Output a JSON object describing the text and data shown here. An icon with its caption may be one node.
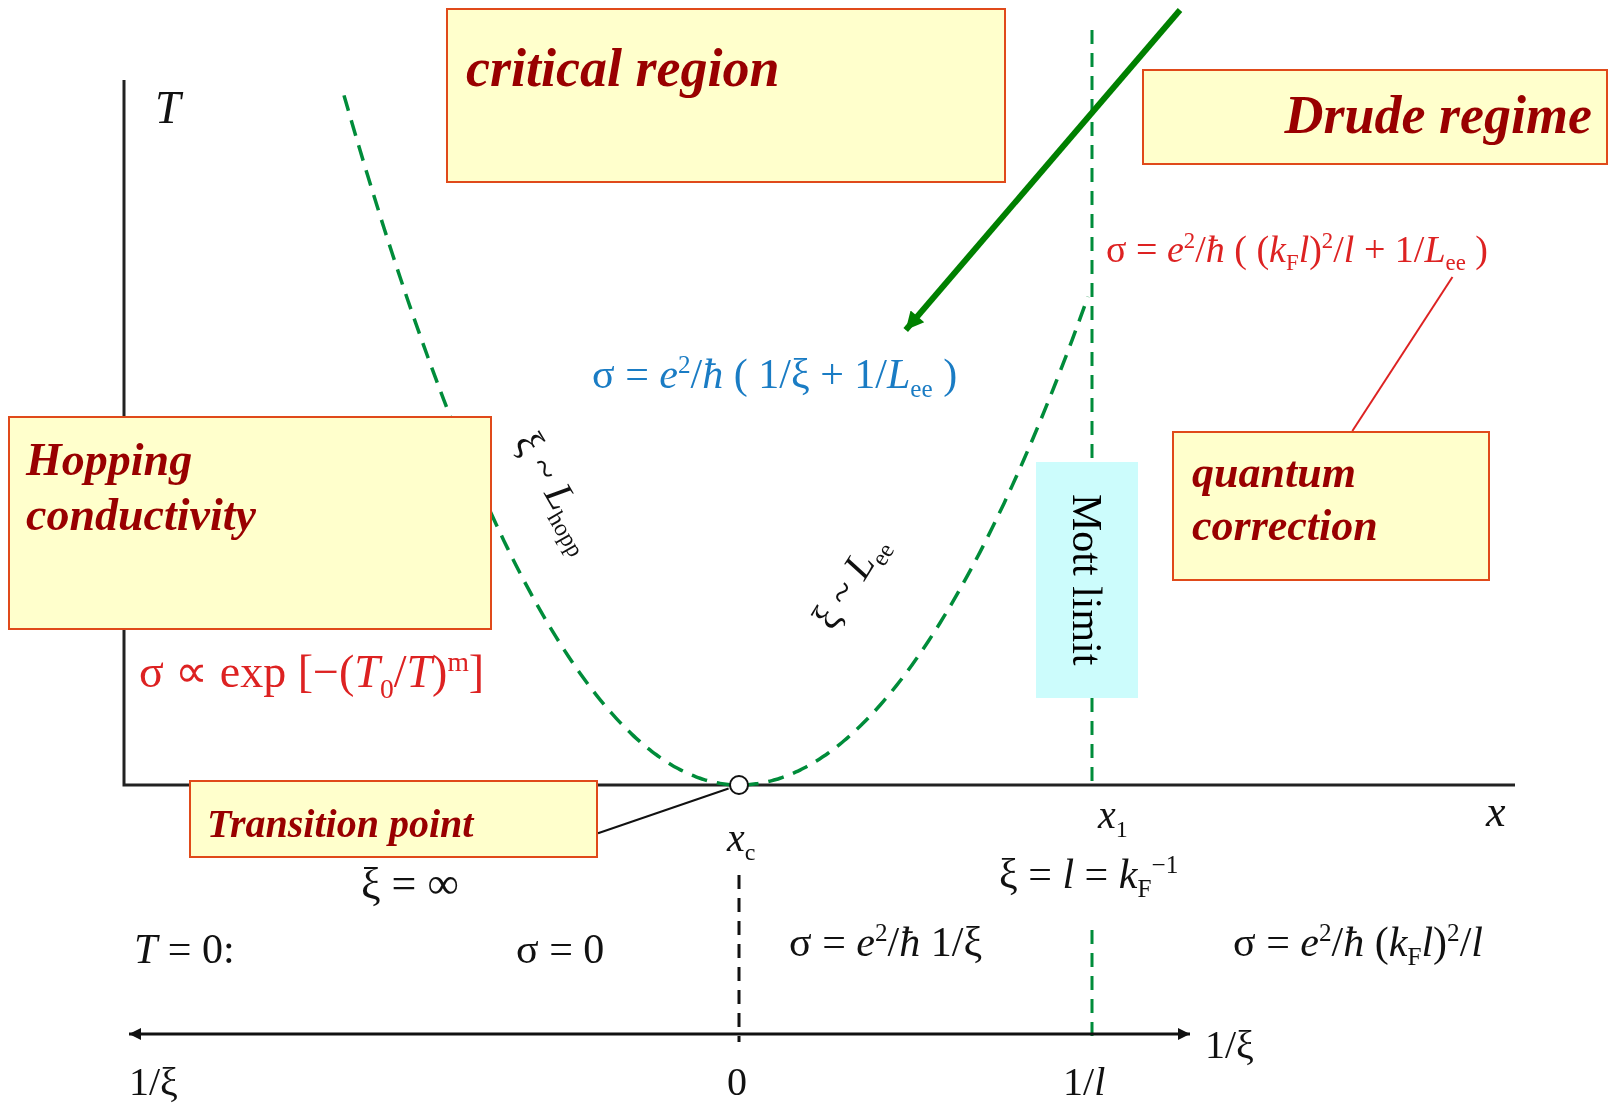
{
  "diagram": {
    "nodes": [
      {
        "text": [
          "critical region"
        ]
      },
      {
        "text": [
          "Drude regime"
        ]
      },
      {
        "text": [
          "Hopping conductivity"
        ]
      },
      {
        "text": [
          "quantum correction"
        ]
      },
      {
        "text": [
          "Transition point"
        ]
      },
      {
        "text": [
          "Mott limit"
        ]
      },
      {
        "text": [
          "σ = *e*$^{2}$/*ħ* ( (*k*$_{F}$*l*)$^{2}$/*l* + 1/*L*$_{ee}$ )"
        ]
      },
      {
        "text": [],
        "shape": "circle"
      },
      {
        "text": [
          "σ = *e*$^{2}$/*ħ* ( 1/ξ + 1/*L*$_{ee}$ )"
        ]
      }
    ],
    "edges": [
      {
        "from": 3,
        "to": 6,
        "arrow": "none",
        "color": "#dd2222"
      },
      {
        "from": null,
        "to": 8,
        "arrow": "to",
        "style": "thick",
        "color": "#008000"
      },
      {
        "from": 4,
        "to": 7,
        "arrow": "none",
        "color": "#111111"
      }
    ],
    "labels": [
      "T",
      "ξ ~ *L*$_{hopp}$",
      "ξ ~ *L*$_{ee}$",
      "σ ∝ exp [−(*T*$_{0}$/*T*)$^{m}$]",
      "*x*$_{1}$",
      "x",
      "*x*$_{c}$",
      "ξ = ∞",
      "ξ = *l* = *k*$_{F}$$^{−1}$",
      "*T* = 0:",
      "σ = 0",
      "σ = *e*$^{2}$/*ħ* 1/ξ",
      "σ = *e*$^{2}$/*ħ* (*k*$_{F}$*l*)$^{2}$/*l*",
      "1/ξ",
      "0",
      "1/*l*",
      "1/ξ"
    ]
  }
}
